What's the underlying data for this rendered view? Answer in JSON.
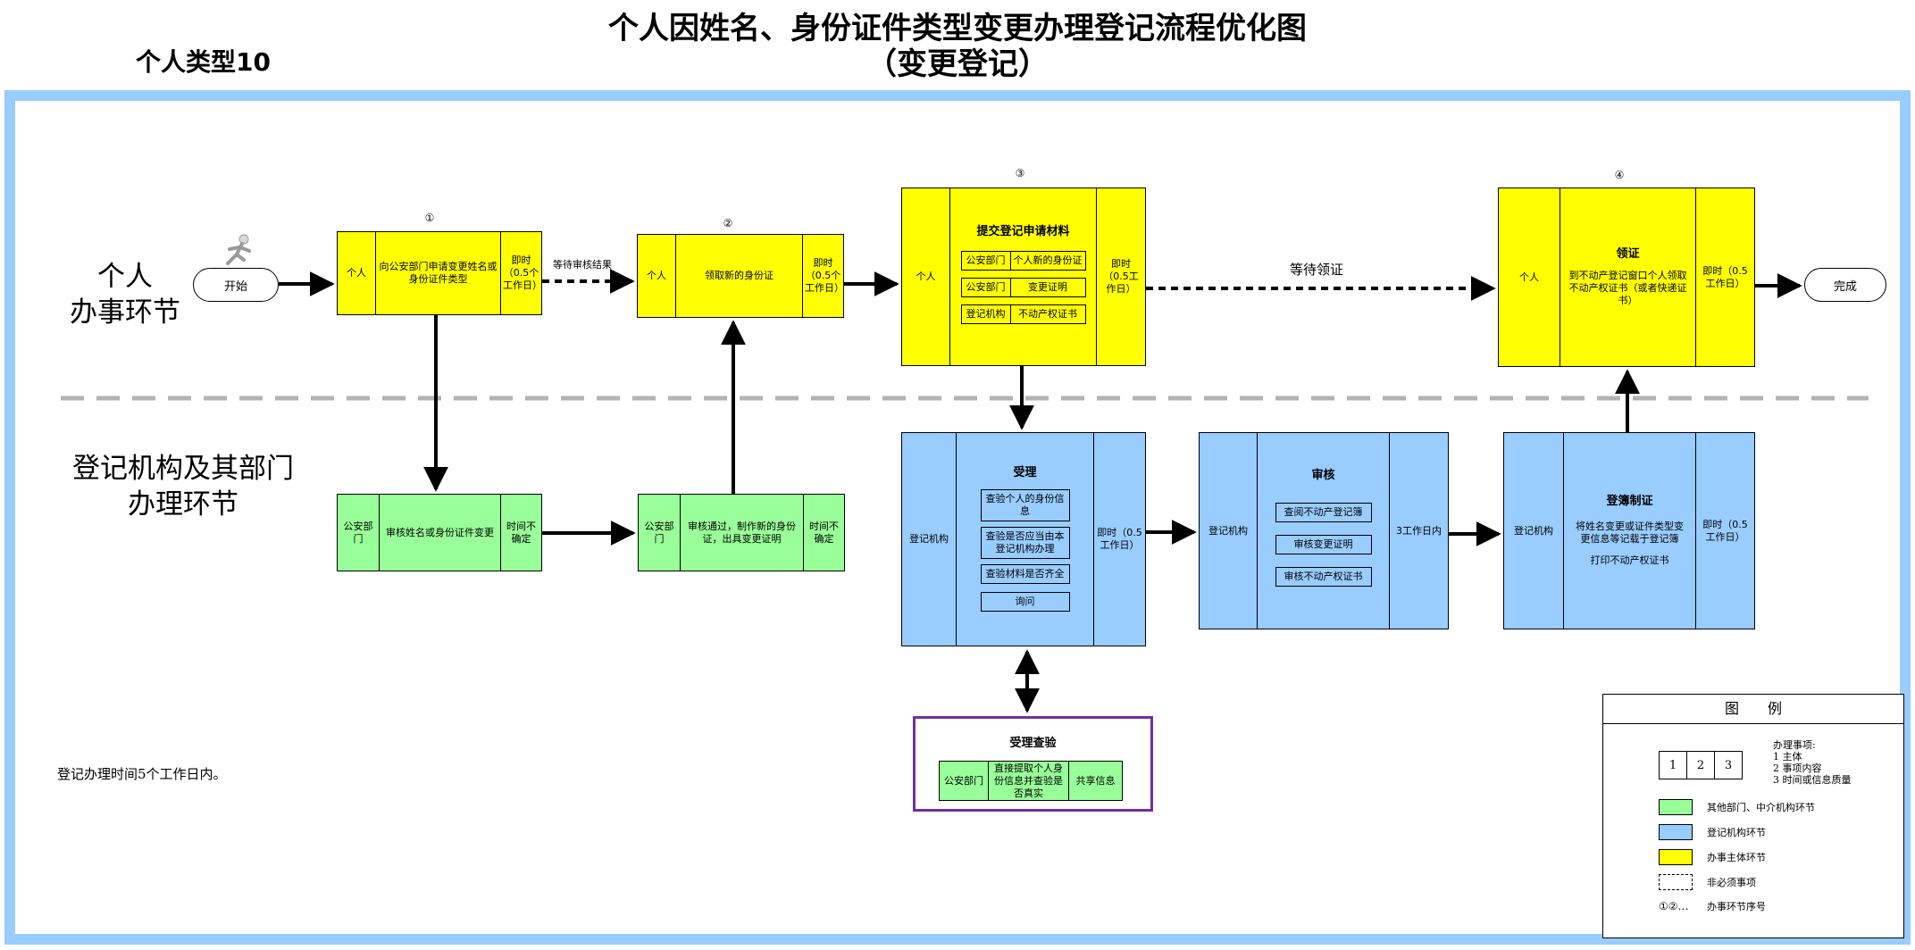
{
  "header": {
    "title": "个人因姓名、身份证件类型变更办理登记流程优化图",
    "subtitle": "（变更登记）",
    "type_label": "个人类型10"
  },
  "lanes": {
    "personal": [
      "个人",
      "办事环节"
    ],
    "registry": [
      "登记机构及其部门",
      "办理环节"
    ]
  },
  "terminals": {
    "start": "开始",
    "end": "完成"
  },
  "steps": {
    "s1": {
      "num": "①",
      "subject": "个人",
      "content": "向公安部门申请变更姓名或身份证件类型",
      "time": "即时（0.5个工作日）"
    },
    "s2": {
      "num": "②",
      "subject": "个人",
      "content": "领取新的身份证",
      "time": "即时（0.5个工作日）"
    },
    "s3": {
      "num": "③",
      "subject": "个人",
      "title": "提交登记申请材料",
      "items": [
        {
          "org": "公安部门",
          "doc": "个人新的身份证"
        },
        {
          "org": "公安部门",
          "doc": "变更证明"
        },
        {
          "org": "登记机构",
          "doc": "不动产权证书"
        }
      ],
      "time": "即时（0.5工作日）"
    },
    "s4": {
      "num": "④",
      "subject": "个人",
      "title": "领证",
      "content": "到不动产登记窗口个人领取不动产权证书（或者快递证书）",
      "time": "即时（0.5工作日）"
    }
  },
  "police": {
    "p1": {
      "subject": "公安部门",
      "content": "审核姓名或身份证件变更",
      "time": "时间不确定"
    },
    "p2": {
      "subject": "公安部门",
      "content": "审核通过，制作新的身份证，出具变更证明",
      "time": "时间不确定"
    }
  },
  "registry": {
    "accept": {
      "subject": "登记机构",
      "title": "受理",
      "items": [
        "查验个人的身份信息",
        "查验是否应当由本登记机构办理",
        "查验材料是否齐全",
        "询问"
      ],
      "time": "即时（0.5工作日）"
    },
    "review": {
      "subject": "登记机构",
      "title": "审核",
      "items": [
        "查阅不动产登记簿",
        "审核变更证明",
        "审核不动产权证书"
      ],
      "time": "3工作日内"
    },
    "record": {
      "subject": "登记机构",
      "title": "登簿制证",
      "lines": [
        "将姓名变更或证件类型变更信息等记载于登记簿",
        "打印不动产权证书"
      ],
      "time": "即时（0.5工作日）"
    }
  },
  "verify": {
    "title": "受理查验",
    "subject": "公安部门",
    "content": "直接提取个人身份信息并查验是否真实",
    "time": "共享信息"
  },
  "connectors": {
    "wait_review": "等待审核结果",
    "wait_cert": "等待领证"
  },
  "note": "登记办理时间5个工作日内。",
  "legend": {
    "title": "图　　例",
    "cells": [
      "1",
      "2",
      "3"
    ],
    "matters_title": "办理事项:",
    "matters": [
      "1 主体",
      "2 事项内容",
      "3 时间或信息质量"
    ],
    "rows": [
      "其他部门、中介机构环节",
      "登记机构环节",
      "办事主体环节",
      "非必须事项",
      "办事环节序号"
    ],
    "seq_symbol": "①②…"
  },
  "colors": {
    "frame": "#99ccff",
    "personal": "#ffff00",
    "other_dept": "#99ff99",
    "registry": "#99ccff",
    "verify_border": "#7030a0",
    "divider": "#b3b3b3"
  }
}
